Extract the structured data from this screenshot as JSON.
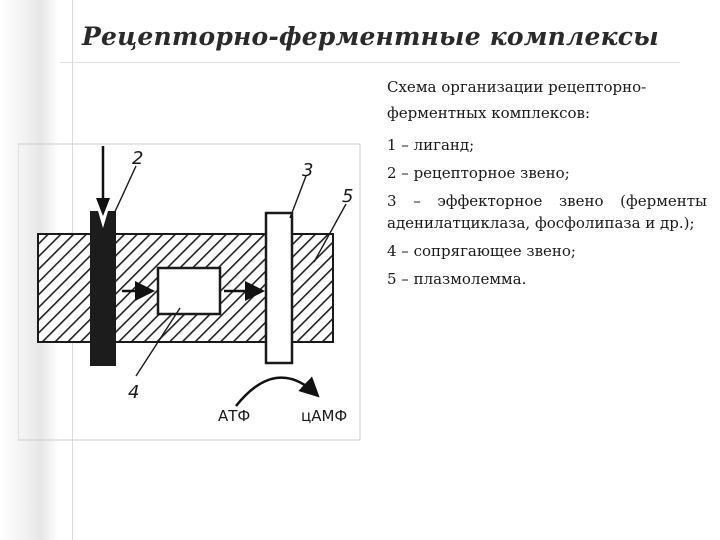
{
  "slide": {
    "title": "Рецепторно-ферментные комплексы",
    "description": "Схема организации рецепторно-ферментных комплексов:",
    "legend": [
      "1 – лиганд;",
      "2 – рецепторное звено;",
      "3 – эффекторное звено (ферменты аденилатциклаза, фосфолипаза и др.);",
      "4 – сопрягающее звено;",
      "5 – плазмолемма."
    ]
  },
  "figure": {
    "labels": {
      "n2": "2",
      "n3": "3",
      "n4": "4",
      "n5": "5"
    },
    "substrate": "АТФ",
    "product": "цАМФ"
  },
  "colors": {
    "ink": "#1a1a1a",
    "title": "#2a2a2a",
    "hatch": "#222222"
  }
}
